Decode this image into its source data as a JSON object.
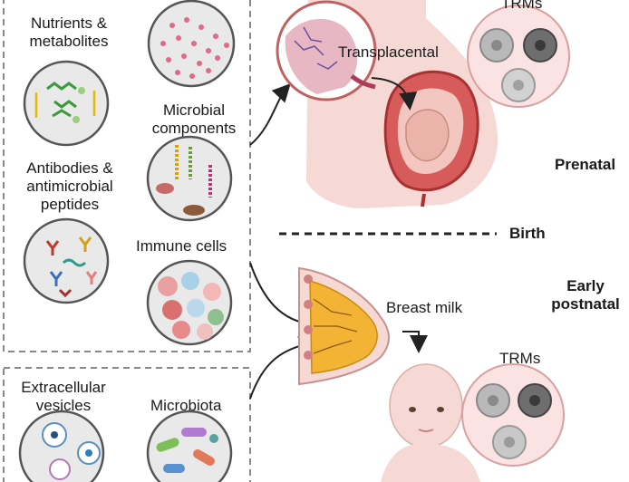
{
  "panel": {
    "nutrients_line1": "Nutrients &",
    "nutrients_line2": "metabolites",
    "microbial_line1": "Microbial",
    "microbial_line2": "components",
    "antibodies_line1": "Antibodies &",
    "antibodies_line2": "antimicrobial",
    "antibodies_line3": "peptides",
    "immune": "Immune cells",
    "vesicles_line1": "Extracellular",
    "vesicles_line2": "vesicles",
    "microbiota": "Microbiota"
  },
  "right": {
    "trms_top": "TRMs",
    "transplacental": "Transplacental",
    "prenatal": "Prenatal",
    "birth": "Birth",
    "early_line1": "Early",
    "early_line2": "postnatal",
    "breast_milk": "Breast milk",
    "trms_bottom": "TRMs"
  },
  "colors": {
    "skin": "#f6d9d4",
    "uterus": "#c94a4a",
    "placenta": "#c98aa0",
    "milk_gland": "#f3b335",
    "circle_fill": "#e8e8e8",
    "circle_stroke": "#555555",
    "trm_bubble": "#fbe3e3"
  }
}
